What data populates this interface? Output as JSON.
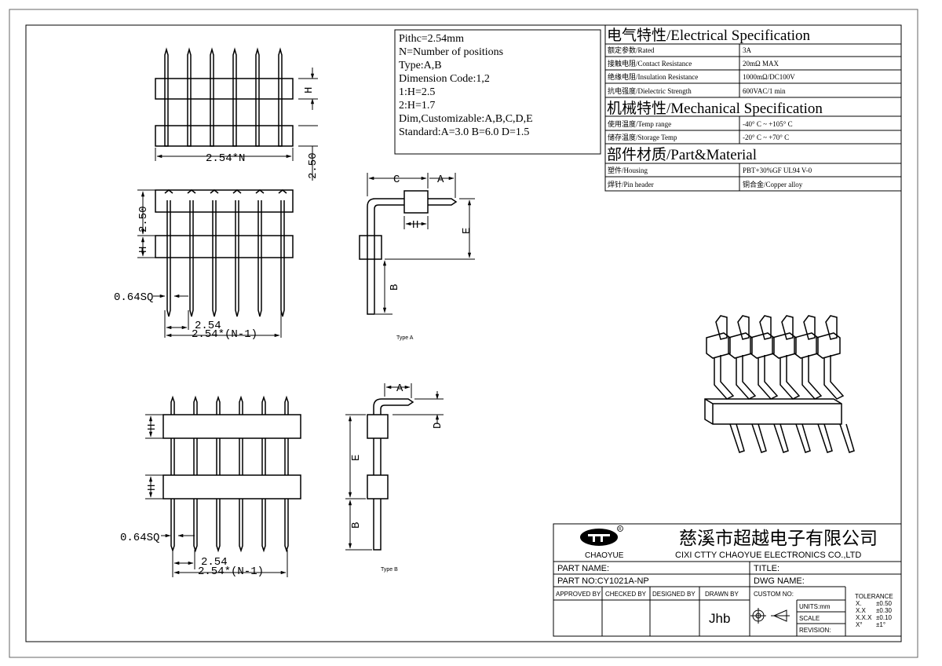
{
  "notes": [
    "Pithc=2.54mm",
    "N=Number of positions",
    "Type:A,B",
    "Dimension Code:1,2",
    "1:H=2.5",
    "2:H=1.7",
    "Dim,Customizable:A,B,C,D,E",
    "Standard:A=3.0 B=6.0 D=1.5"
  ],
  "spec": {
    "electrical_title": "电气特性/Electrical Specification",
    "electrical_rows": [
      {
        "label": "额定参数/Rated",
        "value": "3A"
      },
      {
        "label": "接触电阻/Contact Resistance",
        "value": "20mΩ MAX"
      },
      {
        "label": "绝缘电阻/Insulation Resistance",
        "value": "1000mΩ/DC100V"
      },
      {
        "label": "抗电强度/Dielectric Strength",
        "value": "600VAC/1 min"
      }
    ],
    "mechanical_title": "机械特性/Mechanical Specification",
    "mechanical_rows": [
      {
        "label": "使用温度/Temp range",
        "value": "-40° C ~ +105° C"
      },
      {
        "label": "储存温度/Storage Temp",
        "value": "-20° C ~ +70° C"
      }
    ],
    "material_title": "部件材质/Part&Material",
    "material_rows": [
      {
        "label": "塑件/Housing",
        "value": "PBT+30%GF  UL94  V-0"
      },
      {
        "label": "焊针/Pin header",
        "value": "铜合金/Copper alloy"
      }
    ]
  },
  "dims": {
    "H": "H",
    "pitch_N": "2.54*N",
    "v250": "2.50",
    "v250b": "2.50",
    "pin_sq": "0.64SQ",
    "pitch": "2.54",
    "pitch_N1": "2.54*(N-1)",
    "C": "C",
    "A": "A",
    "B": "B",
    "D": "D",
    "E": "E",
    "type_a": "Type A",
    "type_b": "Type B"
  },
  "title_block": {
    "logo_text": "CHAOYUE",
    "company_cn": "慈溪市超越电子有限公司",
    "company_en": "CIXI CTTY CHAOYUE ELECTRONICS CO.,LTD",
    "part_name_label": "PART NAME:",
    "part_no_label": "PART NO:CY1021A-NP",
    "title_label": "TITLE:",
    "dwg_name_label": "DWG NAME:",
    "approved_by": "APPROVED BY",
    "checked_by": "CHECKED BY",
    "designed_by": "DESIGNED BY",
    "drawn_by": "DRAWN BY",
    "drawn_by_value": "Jhb",
    "custom_no": "CUSTOM NO:",
    "units": "UNITS:mm",
    "scale": "SCALE",
    "revision": "REVISION:",
    "tolerance_title": "TOLERANCE",
    "tolerances": [
      {
        "k": "X.",
        "v": "±0.50"
      },
      {
        "k": "X.X",
        "v": "±0.30"
      },
      {
        "k": "X.X.X",
        "v": "±0.10"
      },
      {
        "k": "X°",
        "v": "±1°"
      }
    ]
  }
}
